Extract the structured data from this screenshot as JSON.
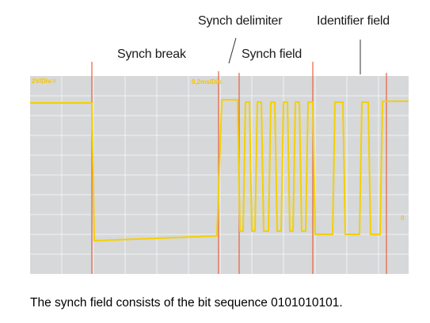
{
  "annotations": {
    "synch_break": "Synch break",
    "synch_delimiter": "Synch delimiter",
    "synch_field": "Synch field",
    "identifier_field": "Identifier field"
  },
  "scope": {
    "volts_per_div": "2V/Div.=",
    "time_per_div": "0,2ms/Div.",
    "zero_marker": "0"
  },
  "caption": "The synch field consists of the bit sequence 0101010101.",
  "colors": {
    "screen": "#d6d8da",
    "grid": "#f2f2f2",
    "trace": "#f4d000",
    "marker": "#e8603c"
  }
}
